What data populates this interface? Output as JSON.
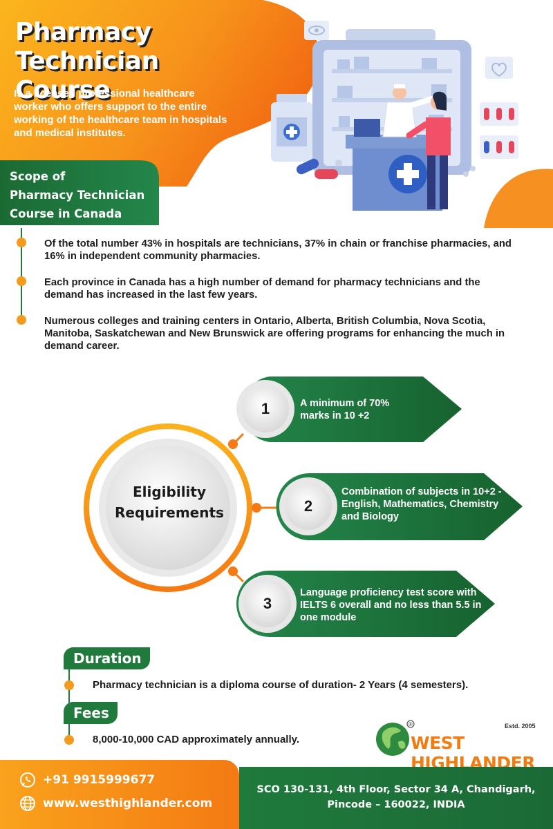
{
  "header": {
    "title_line1": "Pharmacy Technician",
    "title_line2": "Course",
    "description": "Is a licensed professional healthcare worker who offers support to the entire working of the healthcare team in hospitals and medical institutes."
  },
  "scope": {
    "line1": "Scope of",
    "line2": "Pharmacy Technician",
    "line3": "Course in Canada",
    "points": [
      "Of the total number 43% in hospitals are technicians, 37% in chain or franchise pharmacies, and 16% in independent community pharmacies.",
      "Each province in Canada has a high number of demand for pharmacy technicians and the demand has increased in the last few years.",
      "Numerous colleges and training centers in Ontario, Alberta, British Columbia, Nova Scotia, Manitoba, Saskatchewan and New Brunswick are offering programs for enhancing the much in demand career."
    ]
  },
  "eligibility": {
    "title_line1": "Eligibility",
    "title_line2": "Requirements",
    "steps": [
      {
        "number": "1",
        "text": "A minimum of 70% marks  in 10 +2"
      },
      {
        "number": "2",
        "text": "Combination of subjects in 10+2 - English, Mathematics, Chemistry and Biology"
      },
      {
        "number": "3",
        "text": "Language proficiency test score with IELTS 6 overall and no less than 5.5 in one module"
      }
    ]
  },
  "duration": {
    "label": "Duration",
    "text": "Pharmacy technician is a diploma course of duration- 2 Years (4 semesters)."
  },
  "fees": {
    "label": "Fees",
    "text": "8,000-10,000 CAD approximately annually."
  },
  "logo": {
    "name": "WEST HIGHLANDER",
    "estd": "Estd. 2005",
    "registered": "®"
  },
  "footer": {
    "phone": "+91 9915999677",
    "website": "www.westhighlander.com",
    "address_line1": "SCO 130-131, 4th Floor, Sector 34 A, Chandigarh,",
    "address_line2": "Pincode – 160022, INDIA"
  },
  "colors": {
    "orange": "#f47a13",
    "orange_light": "#fbb21d",
    "green": "#1f7a3c",
    "green_dark": "#155a2b"
  },
  "icons": [
    "eye-icon",
    "heart-pulse-icon",
    "medicine-bottle-icon",
    "pill-icon",
    "whatsapp-icon",
    "globe-icon"
  ]
}
